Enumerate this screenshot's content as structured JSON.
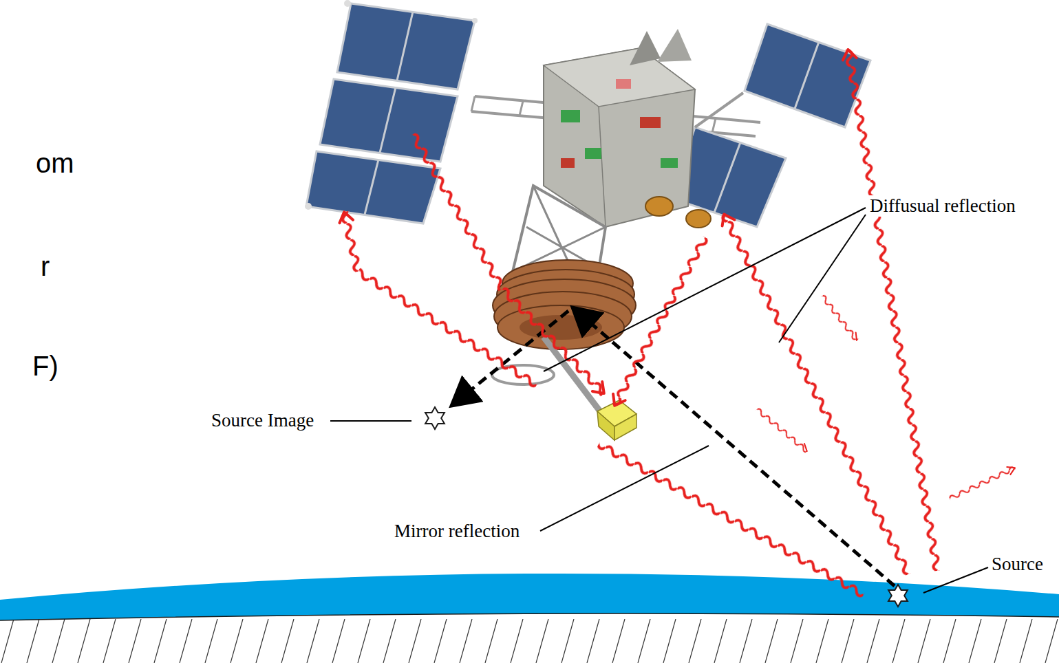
{
  "diagram": {
    "labels": [
      "om",
      "r",
      "F)",
      "Diffusual reflection",
      "Source Image",
      "Mirror reflection",
      "Source"
    ]
  }
}
